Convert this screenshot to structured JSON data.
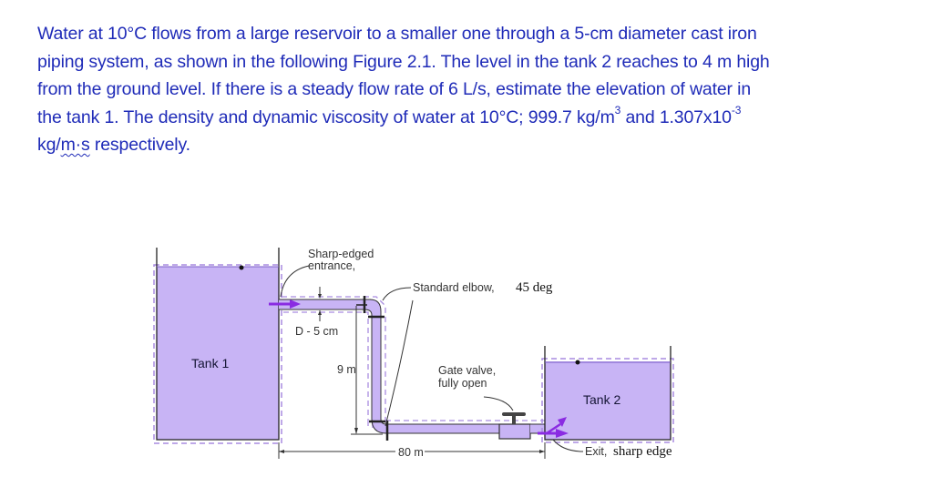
{
  "problem": {
    "line1": "Water at 10°C flows from a large reservoir to a smaller one through a 5-cm diameter cast iron",
    "line2": "piping system, as shown in the following Figure 2.1. The level in the tank 2 reaches to 4 m high",
    "line3": "from the ground level. If there is a steady flow rate of 6 L/s, estimate the elevation of water in",
    "line4a": "the tank 1. The density and dynamic viscosity of water at 10°C; 999.7 kg/m",
    "line4_sup1": "3",
    "line4b": " and 1.307x10",
    "line4_sup2": "-3",
    "line5a": "kg/",
    "line5_squiggle": "m·s",
    "line5b": " respectively."
  },
  "figure": {
    "tank1_label": "Tank 1",
    "tank2_label": "Tank 2",
    "entrance_label_1": "Sharp-edged",
    "entrance_label_2": "entrance,",
    "diameter_label": "D - 5 cm",
    "elbow_label": "Standard elbow,",
    "elbow_label_serif": "45 deg",
    "height_label": "9 m",
    "valve_label_1": "Gate valve,",
    "valve_label_2": "fully open",
    "length_label": "80 m",
    "exit_label": "Exit,",
    "exit_label_serif": "sharp edge",
    "colors": {
      "water": "#c8b4f5",
      "dash": "#a98ce0",
      "arrow": "#8a2be2",
      "line": "#222222",
      "text": "#1f2bb8"
    }
  }
}
